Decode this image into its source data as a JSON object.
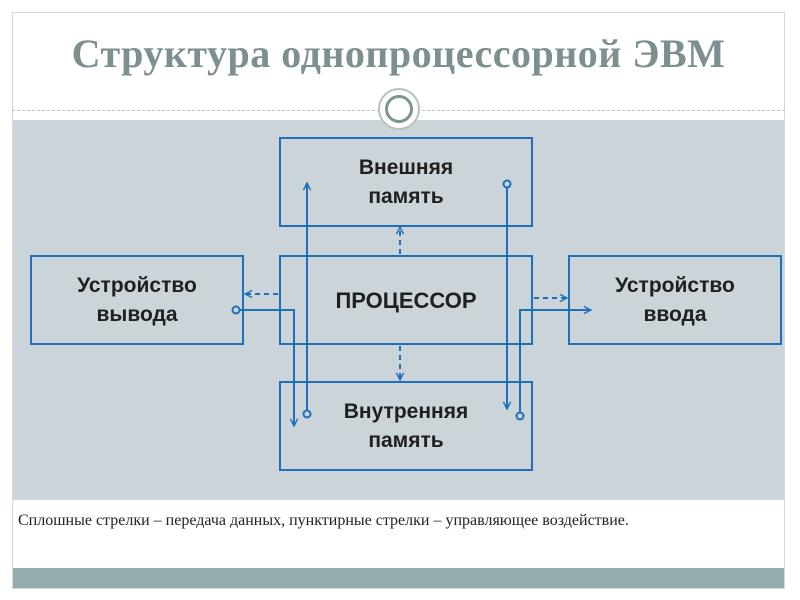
{
  "title": "Структура однопроцессорной ЭВМ",
  "boxes": {
    "external_memory": "Внешняя\nпамять",
    "processor": "ПРОЦЕССОР",
    "internal_memory": "Внутренняя\nпамять",
    "output_device": "Устройство\nвывода",
    "input_device": "Устройство\nввода"
  },
  "footnote": "Сплошные стрелки – передача данных, пунктирные стрелки – управляющее воздействие.",
  "colors": {
    "title": "#7d8f90",
    "content_background": "#cbd5d9",
    "box_border": "#1f6fba",
    "bottom_bar": "#94aeb0"
  }
}
